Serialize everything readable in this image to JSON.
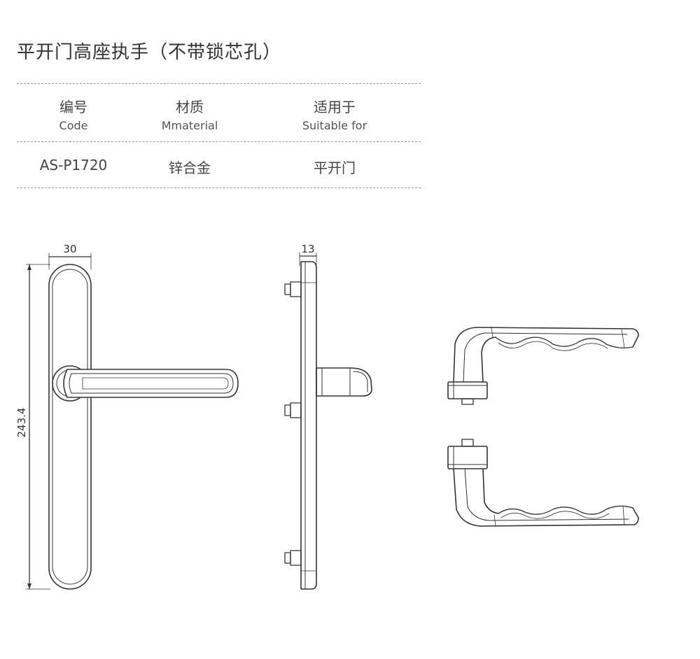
{
  "title": "平开门高座执手（不带锁芯孔）",
  "table": {
    "headers": [
      {
        "cn": "编号",
        "en": "Code"
      },
      {
        "cn": "材质",
        "en": "Mmaterial"
      },
      {
        "cn": "适用于",
        "en": "Suitable for"
      }
    ],
    "row": [
      "AS-P1720",
      "锌合金",
      "平开门"
    ]
  },
  "dimensions": {
    "front_width": "30",
    "front_height": "243.4",
    "side_width": "13"
  },
  "colors": {
    "line": "#333333",
    "rule": "#9a9a9a"
  }
}
